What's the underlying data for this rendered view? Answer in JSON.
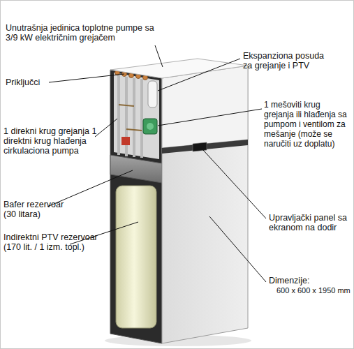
{
  "diagram": {
    "labels": [
      "Unutrašnja jedinica toplotne pumpe sa 3/9 kW električnim grejačem",
      "Priključci",
      "Ekspanziona posuda za grejanje i PTV",
      "1 mešoviti krug grejanja ili hlađenja sa pumpom i ventilom za mešanje (može se naručiti uz doplatu)",
      "1 direkni krug grejanja 1 direktni krug hlađenja cirkulaciona pumpa",
      "Upravljački panel sa ekranom na dodir",
      "Bafer rezervoar (30 litara)",
      "Indirektni PTV rezervoar (170 lit. / 1 izm. topl.)",
      "Dimenzije:",
      "600 x 600 x 1950 mm"
    ]
  }
}
